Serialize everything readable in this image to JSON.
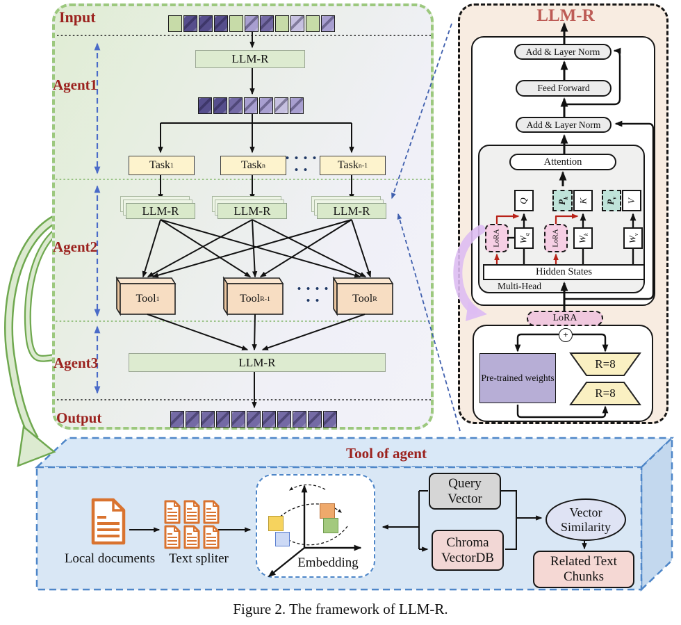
{
  "figure": {
    "caption": "Figure 2. The framework of LLM-R."
  },
  "left_panel": {
    "input_label": "Input",
    "agent1_label": "Agent1",
    "agent2_label": "Agent2",
    "agent3_label": "Agent3",
    "output_label": "Output",
    "llm_top": "LLM-R",
    "input_tokens": [
      "green",
      "dark",
      "dark",
      "dark",
      "green",
      "light",
      "mid",
      "green",
      "pale",
      "green",
      "light"
    ],
    "mid_tokens": [
      "dark",
      "dark",
      "mid",
      "light",
      "light",
      "pale",
      "light"
    ],
    "output_tokens": [
      "mid",
      "mid",
      "mid",
      "mid",
      "mid",
      "mid",
      "mid",
      "mid",
      "mid",
      "mid",
      "mid"
    ],
    "tasks": [
      {
        "base": "Task",
        "sub": "1"
      },
      {
        "base": "Task",
        "sub": "n"
      },
      {
        "base": "Task",
        "sub": "n-1"
      }
    ],
    "task_dots": "• • • • • •",
    "agent2_llms": [
      "LLM-R",
      "LLM-R",
      "LLM-R"
    ],
    "tools": [
      {
        "base": "Tool",
        "sub": "1"
      },
      {
        "base": "Tool",
        "sub": "R-1"
      },
      {
        "base": "Tool",
        "sub": "R"
      }
    ],
    "tool_dots": "• • • • • •",
    "llm_bottom": "LLM-R"
  },
  "right_panel": {
    "title": "LLM-R",
    "add_norm_top": "Add & Layer Norm",
    "feed_forward": "Feed Forward",
    "add_norm_mid": "Add & Layer Norm",
    "attention": "Attention",
    "q_label": "Q",
    "pk": {
      "base": "P",
      "sub": "k"
    },
    "k_label": "K",
    "pv": {
      "base": "P",
      "sub": "v"
    },
    "v_label": "V",
    "lora_q": "LoRA",
    "wq": {
      "base": "W",
      "sub": "q"
    },
    "lora_k": "LoRA",
    "wk": {
      "base": "W",
      "sub": "k"
    },
    "wv": {
      "base": "W",
      "sub": "v"
    },
    "hidden_states": "Hidden States",
    "multi_head": "Multi-Head",
    "lora_pill": "LoRA",
    "plus_sign": "+",
    "pretrained_weights": "Pre-trained weights",
    "r8_upper": "R=8",
    "r8_lower": "R=8"
  },
  "bottom_panel": {
    "title": "Tool of agent",
    "local_documents": "Local documents",
    "text_spliter": "Text spliter",
    "embedding": "Embedding",
    "query_vector": "Query Vector",
    "chroma_vectordb": "Chroma VectorDB",
    "vector_similarity": "Vector Similarity",
    "related_text_chunks": "Related Text Chunks"
  },
  "colors": {
    "label_red": "#9b221e",
    "title_red": "#bd5b55",
    "token_green": "#c7dba8",
    "token_dark": "#564e8c",
    "token_mid": "#746aa5",
    "token_light": "#a89fd0",
    "token_pale": "#c6c0e0",
    "llm_green": "#ddebd0",
    "task_yellow": "#fdf3cd",
    "tool_peach": "#f7ddc2",
    "prefix_teal": "#bfe3d9",
    "lora_pink": "#f6cfe4",
    "pretrained_purple": "#b7aed6",
    "r8_yellow": "#faf0c2",
    "blue_panel": "#d9e7f5",
    "arrow_blue": "#4a6bc8",
    "arrow_red": "#b82218"
  }
}
